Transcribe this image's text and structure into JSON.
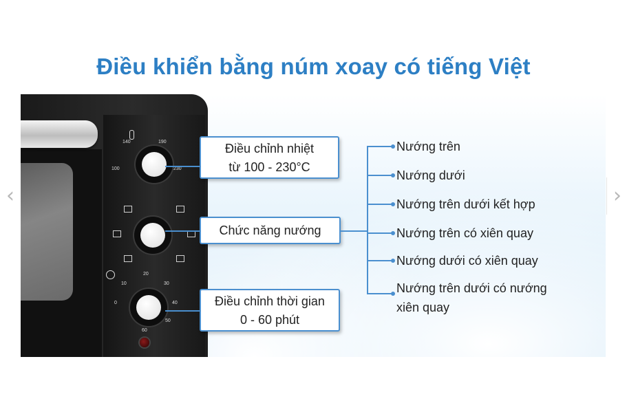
{
  "title": "Điều khiển bằng núm xoay có tiếng Việt",
  "callouts": {
    "temperature_line1": "Điều chỉnh nhiệt",
    "temperature_line2": "từ 100 - 230°C",
    "function": "Chức năng nướng",
    "timer_line1": "Điều chỉnh thời gian",
    "timer_line2": "0 - 60 phút"
  },
  "functions": [
    "Nướng trên",
    "Nướng dưới",
    "Nướng trên dưới kết hợp",
    "Nướng trên có xiên quay",
    "Nướng dưới có xiên quay",
    "Nướng trên dưới có nướng",
    "xiên quay"
  ],
  "temperature_ticks": [
    "140",
    "190",
    "100",
    "230"
  ],
  "timer_ticks": [
    "10",
    "20",
    "30",
    "0",
    "40",
    "50",
    "60"
  ],
  "nav": {
    "prev": "‹",
    "next": "›"
  },
  "colors": {
    "accent": "#2d7fc4",
    "callout_border": "#4a8fcf"
  }
}
